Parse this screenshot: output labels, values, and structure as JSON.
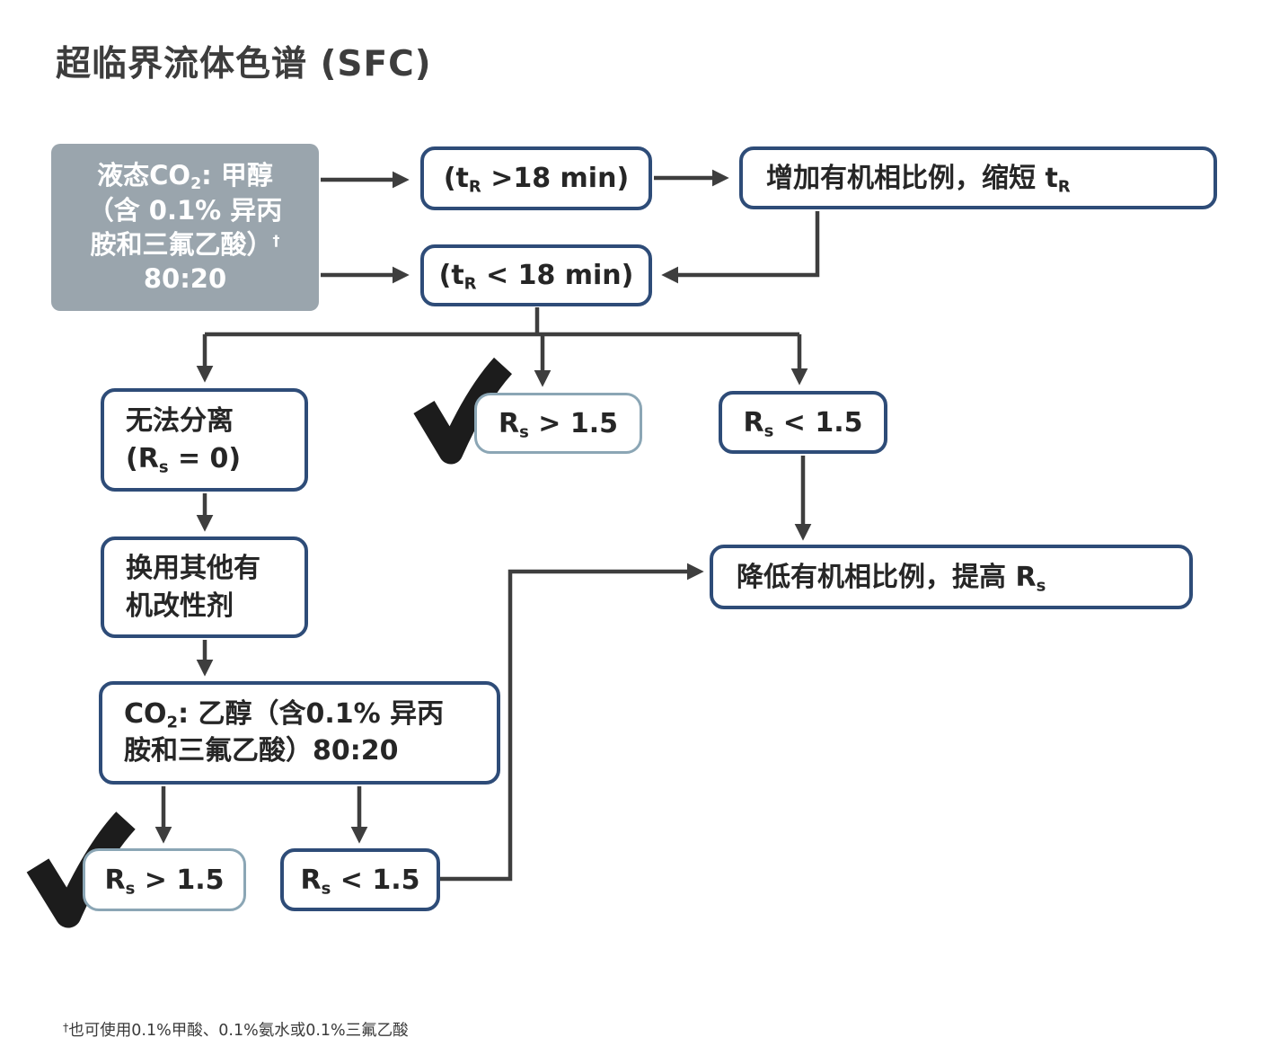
{
  "title": "超临界流体色谱 (SFC)",
  "boxes": {
    "start": {
      "l1a": "液态CO",
      "l1sub": "2",
      "l1b": ": 甲醇",
      "l2": "（含 0.1% 异丙",
      "l3": "胺和三氟乙酸）",
      "l3sup": "†",
      "l4": "80:20"
    },
    "tr_gt_18": {
      "a": "(t",
      "sub": "R",
      "b": " >18 min)"
    },
    "increase_organic": {
      "a": "增加有机相比例，缩短 ",
      "b": "t",
      "sub": "R"
    },
    "tr_lt_18": {
      "a": "(t",
      "sub": "R",
      "b": " < 18 min)"
    },
    "no_separation": {
      "l1": "无法分离",
      "l2a": "(R",
      "l2sub": "s",
      "l2b": " = 0)"
    },
    "rs_gt_15_mid": {
      "a": "R",
      "sub": "s",
      "b": " > 1.5"
    },
    "rs_lt_15_mid": {
      "a": "R",
      "sub": "s",
      "b": " < 1.5"
    },
    "change_modifier": {
      "l1": "换用其他有",
      "l2": "机改性剂"
    },
    "lower_organic": {
      "a": "降低有机相比例，提高 ",
      "b": "R",
      "sub": "s"
    },
    "co2_ethanol": {
      "l1a": "CO",
      "l1sub": "2",
      "l1b": ": 乙醇（含0.1% 异丙",
      "l2": "胺和三氟乙酸）80:20"
    },
    "rs_gt_15_bot": {
      "a": "R",
      "sub": "s",
      "b": " > 1.5"
    },
    "rs_lt_15_bot": {
      "a": "R",
      "sub": "s",
      "b": " < 1.5"
    }
  },
  "icons": {
    "checkmark": "✔"
  },
  "footnote": {
    "sup": "†",
    "text": "也可使用0.1%甲酸、0.1%氨水或0.1%三氟乙酸"
  },
  "colors": {
    "border_dark": "#2e4c78",
    "border_light": "#8ba6b5",
    "gray_fill": "#9aa5ad",
    "arrow": "#3e3e3e",
    "check": "#1c1c1c",
    "text": "#262626"
  }
}
